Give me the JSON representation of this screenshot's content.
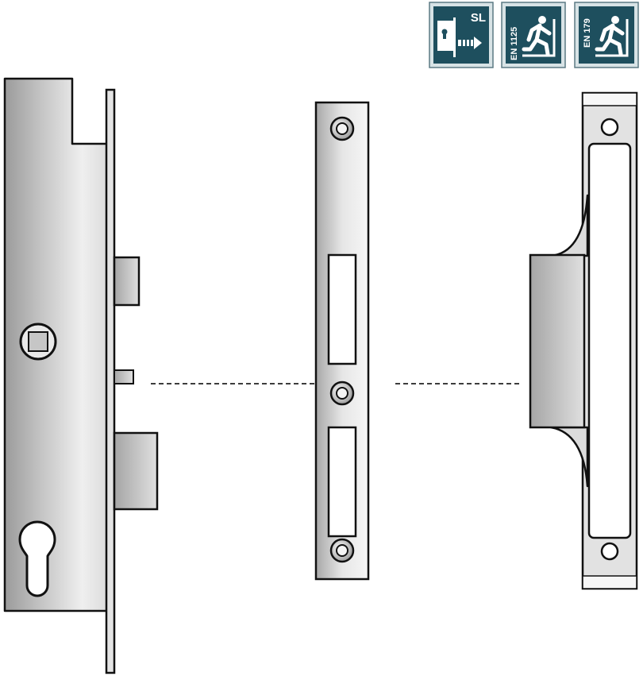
{
  "badges": [
    {
      "icon": "self-locking-icon",
      "label": "SL"
    },
    {
      "icon": "emergency-exit-icon",
      "label": "EN 1125"
    },
    {
      "icon": "emergency-exit-icon",
      "label": "EN 179"
    }
  ],
  "colors": {
    "badge_bg": "#1e4f5e",
    "badge_border": "#d8e3e6",
    "metal_light": "#f1f1f1",
    "metal_mid": "#c9c9c9",
    "metal_dark": "#9e9e9e",
    "outline": "#111111"
  }
}
